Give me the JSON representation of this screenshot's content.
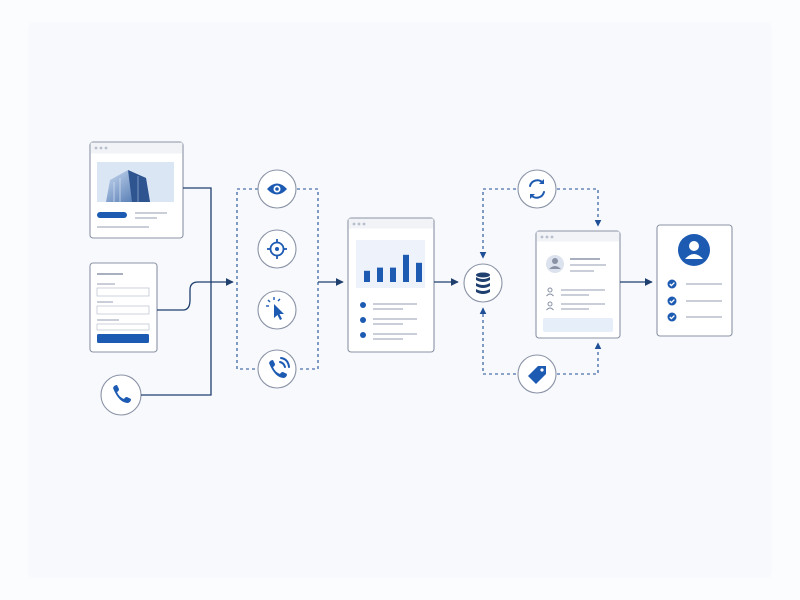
{
  "diagram": {
    "stages": [
      "web-page-source",
      "form-source",
      "phone-source",
      "tracking-events",
      "analytics-report",
      "database",
      "contact-profile",
      "qualified-lead"
    ],
    "tracking_icons": [
      "eye-icon",
      "target-icon",
      "click-icon",
      "phone-call-icon"
    ],
    "enrichment_icons": [
      "sync-icon",
      "tag-icon"
    ],
    "colors": {
      "accent": "#1d5bb3",
      "connector": "#1f3f6e",
      "card_border": "#8a93a6",
      "light_accent": "#e6eefa"
    },
    "chart_bars": [
      0.35,
      0.45,
      0.45,
      0.85,
      0.6
    ]
  }
}
